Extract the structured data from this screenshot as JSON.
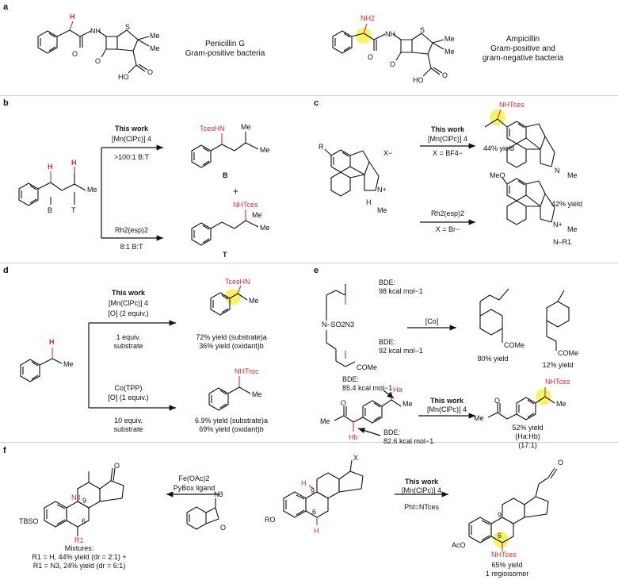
{
  "panels": {
    "a": {
      "label": "a",
      "penicillin_name": "Penicillin G",
      "penicillin_sub": "Gram-positive bacteria",
      "ampicillin_name": "Ampicillin",
      "ampicillin_sub1": "Gram-positive and",
      "ampicillin_sub2": "gram-negative bacteria",
      "atoms": {
        "H": "H",
        "NH2": "NH2",
        "S": "S",
        "Me": "Me",
        "HO": "HO",
        "O": "O",
        "N": "N",
        "NH": "H"
      }
    },
    "b": {
      "label": "b",
      "this_work": "This work",
      "catalyst": "[Mn(ClPc)] 4",
      "ratio_top": ">100:1 B:T",
      "rh_catalyst": "Rh2(esp)2",
      "ratio_bottom": "8:1 B:T",
      "product_B_group": "TcesHN",
      "product_B_label": "B",
      "product_T_group": "NHTces",
      "product_T_label": "T",
      "product_T_me": "Me",
      "plus": "+",
      "substrate_B": "B",
      "substrate_T": "T",
      "substrate_me": "Me",
      "h1": "H",
      "h2": "H"
    },
    "c": {
      "label": "c",
      "this_work": "This work",
      "catalyst": "[Mn(ClPc)] 4",
      "conditions_top": "X = BF4−",
      "rh_catalyst": "Rh2(esp)2",
      "conditions_bottom": "X = Br−",
      "yield_top": "44% yield",
      "yield_bottom": "42% yield",
      "product_top_group": "NHTces",
      "product_bottom_meo": "MeO",
      "r_group": "R",
      "x_minus": "X−",
      "n_plus": "N+",
      "nh": "H",
      "me": "Me",
      "n_me": "N",
      "n_me_label": "Me",
      "r1": "N–R1"
    },
    "d": {
      "label": "d",
      "this_work": "This work",
      "catalyst": "[Mn(ClPc)] 4",
      "oxidant_top": "[O] (2 equiv.)",
      "equiv_top1": "1 equiv.",
      "equiv_top2": "substrate",
      "yield_top1": "72% yield (substrate)a",
      "yield_top2": "36% yield (oxidant)b",
      "co_catalyst": "Co(TPP)",
      "oxidant_bottom": "[O] (1 equiv.)",
      "equiv_bottom1": "10 equiv.",
      "equiv_bottom2": "substrate",
      "yield_bottom1": "6.9% yield (substrate)a",
      "yield_bottom2": "69% yield (oxidant)b",
      "product_top_group": "TcesHN",
      "product_bottom_group": "NHTroc",
      "h": "H"
    },
    "e": {
      "label": "e",
      "bde1_label": "BDE:",
      "bde1_value": "98 kcal mol−1",
      "bde2_label": "BDE:",
      "bde2_value": "92 kcal mol−1",
      "co_catalyst": "[Co]",
      "so2n3": "N–SO2N3",
      "yield_80": "80% yield",
      "yield_12": "12% yield",
      "come": "COMe",
      "bde3_label": "BDE:",
      "bde3_value": "85.4 kcal mol−1",
      "bde4_label": "BDE:",
      "bde4_value": "82.6 kcal mol−1",
      "this_work": "This work",
      "catalyst": "[Mn(ClPc)] 4",
      "yield_52": "52% yield",
      "ratio_label": "(Ha:Hb)",
      "ratio_value": "(17:1)",
      "product_group": "NHTces",
      "ha": "Ha",
      "hb": "Hb",
      "me": "Me",
      "o": "O"
    },
    "f": {
      "label": "f",
      "left_reagent1": "Fe(OAc)2",
      "left_reagent2": "PyBox ligand",
      "reagent_n3": "N3",
      "right_title": "This work",
      "right_catalyst": "[Mn(ClPc)] 4",
      "right_oxidant": "PhI=NTces",
      "mixtures": "Mixtures:",
      "mix1": "R1 = H, 44% yield (dr = 2:1) +",
      "mix2": "R1 = N3, 24% yield (dr = 6:1)",
      "tbso": "TBSO",
      "n3": "N3",
      "r1": "R1",
      "ro": "RO",
      "x": "X",
      "aco": "AcO",
      "nhtces": "NHTces",
      "yield_65": "65% yield",
      "regio": "1 regioisomer",
      "num9": "9",
      "num6": "6",
      "h": "H"
    }
  }
}
